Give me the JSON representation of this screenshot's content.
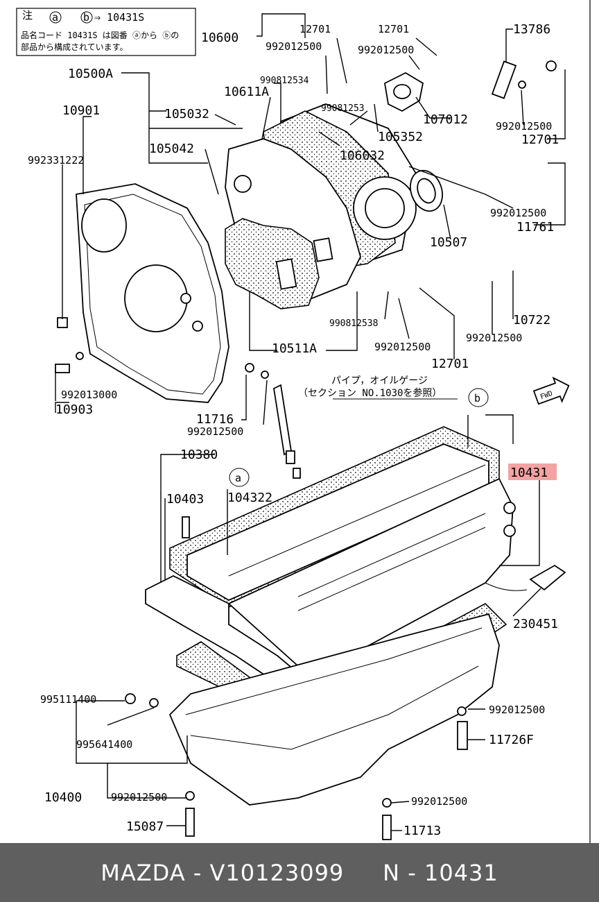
{
  "note": {
    "line1_a": "注",
    "marker_a": "a",
    "marker_b": "b",
    "arrow_ref": "⇒ 10431S",
    "line2": "品名コード 10431S は図番 ⓐから ⓑの",
    "line3": "部品から構成されています。"
  },
  "section_note": {
    "line1": "パイプ，オイルゲージ",
    "line2": "（セクション NO.1030を参照）"
  },
  "fwd_label": "FWD",
  "labels": {
    "l10600": "10600",
    "l12701a": "12701",
    "l12701b": "12701",
    "l13786": "13786",
    "l992012500a": "992012500",
    "l992012500b": "992012500",
    "l10500A": "10500A",
    "l990812534a": "990812534",
    "l990812534b": "99081253",
    "l10611A": "10611A",
    "l107012": "107012",
    "l992012500c": "992012500",
    "l12701c": "12701",
    "l10901": "10901",
    "l105032": "105032",
    "l105352": "105352",
    "l105042": "105042",
    "l106032": "106032",
    "l992331222": "992331222",
    "l992012500d": "992012500",
    "l11761": "11761",
    "l10507": "10507",
    "l10722": "10722",
    "l990812538": "990812538",
    "l992012500e": "992012500",
    "l992012500f": "992012500",
    "l10511A": "10511A",
    "l12701d": "12701",
    "l992013000": "992013000",
    "l10903": "10903",
    "l11716": "11716",
    "l992012500g": "992012500",
    "l10380": "10380",
    "l10431": "10431",
    "l10403": "10403",
    "l104322": "104322",
    "marker_a": "a",
    "marker_b": "b",
    "l230451": "230451",
    "l995111400": "995111400",
    "l992012500h": "992012500",
    "l995641400": "995641400",
    "l11726F": "11726F",
    "l10400": "10400",
    "l992012500i": "992012500",
    "l992012500j": "992012500",
    "l15087": "15087",
    "l11713": "11713"
  },
  "highlight_color": "#f4a3a3",
  "footer": {
    "text": "MAZDA - V10123099     N - 10431"
  }
}
